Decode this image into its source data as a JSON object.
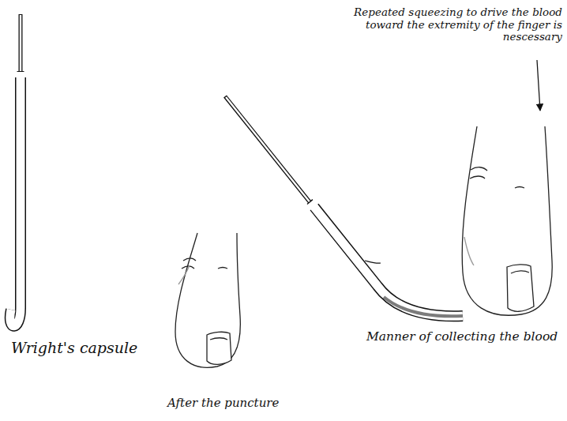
{
  "diagram": {
    "labels": [
      "Repeated squeezing to drive the blood toward the extremity of the finger is nescessary",
      "Wright's capsule",
      "Manner of collecting the blood",
      "After the puncture"
    ]
  }
}
